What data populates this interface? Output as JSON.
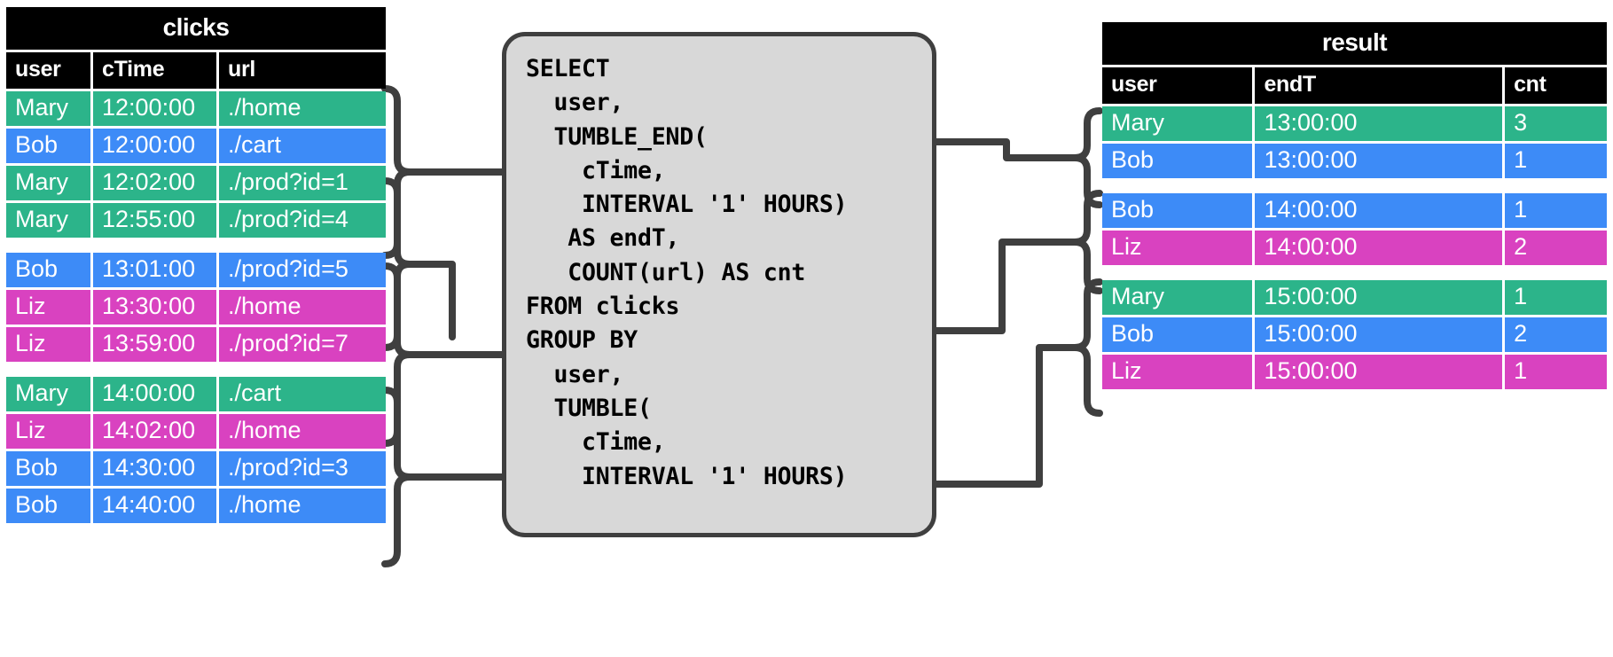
{
  "clicks_table": {
    "title": "clicks",
    "columns": [
      "user",
      "cTime",
      "url"
    ],
    "groups": [
      {
        "rows": [
          {
            "user": "Mary",
            "cTime": "12:00:00",
            "url": "./home",
            "color": "green"
          },
          {
            "user": "Bob",
            "cTime": "12:00:00",
            "url": "./cart",
            "color": "blue"
          },
          {
            "user": "Mary",
            "cTime": "12:02:00",
            "url": "./prod?id=1",
            "color": "green"
          },
          {
            "user": "Mary",
            "cTime": "12:55:00",
            "url": "./prod?id=4",
            "color": "green"
          }
        ]
      },
      {
        "rows": [
          {
            "user": "Bob",
            "cTime": "13:01:00",
            "url": "./prod?id=5",
            "color": "blue"
          },
          {
            "user": "Liz",
            "cTime": "13:30:00",
            "url": "./home",
            "color": "pink"
          },
          {
            "user": "Liz",
            "cTime": "13:59:00",
            "url": "./prod?id=7",
            "color": "pink"
          }
        ]
      },
      {
        "rows": [
          {
            "user": "Mary",
            "cTime": "14:00:00",
            "url": "./cart",
            "color": "green"
          },
          {
            "user": "Liz",
            "cTime": "14:02:00",
            "url": "./home",
            "color": "pink"
          },
          {
            "user": "Bob",
            "cTime": "14:30:00",
            "url": "./prod?id=3",
            "color": "blue"
          },
          {
            "user": "Bob",
            "cTime": "14:40:00",
            "url": "./home",
            "color": "blue"
          }
        ]
      }
    ]
  },
  "query": {
    "sql": "SELECT\n  user,\n  TUMBLE_END(\n    cTime,\n    INTERVAL '1' HOURS)\n   AS endT,\n   COUNT(url) AS cnt\nFROM clicks\nGROUP BY\n  user,\n  TUMBLE(\n    cTime,\n    INTERVAL '1' HOURS)"
  },
  "result_table": {
    "title": "result",
    "columns": [
      "user",
      "endT",
      "cnt"
    ],
    "groups": [
      {
        "rows": [
          {
            "user": "Mary",
            "endT": "13:00:00",
            "cnt": "3",
            "color": "green"
          },
          {
            "user": "Bob",
            "endT": "13:00:00",
            "cnt": "1",
            "color": "blue"
          }
        ]
      },
      {
        "rows": [
          {
            "user": "Bob",
            "endT": "14:00:00",
            "cnt": "1",
            "color": "blue"
          },
          {
            "user": "Liz",
            "endT": "14:00:00",
            "cnt": "2",
            "color": "pink"
          }
        ]
      },
      {
        "rows": [
          {
            "user": "Mary",
            "endT": "15:00:00",
            "cnt": "1",
            "color": "green"
          },
          {
            "user": "Bob",
            "endT": "15:00:00",
            "cnt": "2",
            "color": "blue"
          },
          {
            "user": "Liz",
            "endT": "15:00:00",
            "cnt": "1",
            "color": "pink"
          }
        ]
      }
    ]
  },
  "colors": {
    "green": "#2cb48a",
    "blue": "#3d8bf7",
    "pink": "#d942c0",
    "header": "#000000",
    "box_fill": "#d8d8d8",
    "box_stroke": "#3f3f3f"
  }
}
